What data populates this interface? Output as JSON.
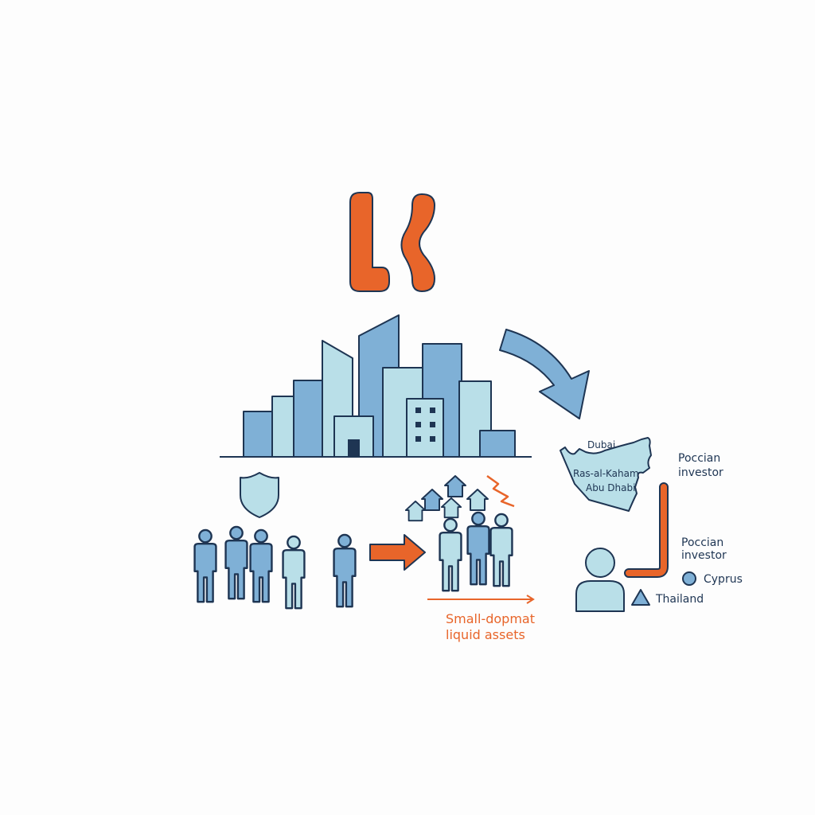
{
  "map": {
    "cities": [
      "Dubai",
      "Ras-al-Kaham",
      "Abu Dhabi"
    ]
  },
  "investor_labels": [
    "Poccian",
    "investor",
    "Poccian",
    "investor"
  ],
  "destinations": {
    "cyprus": "Cyprus",
    "thailand": "Thailand"
  },
  "caption": {
    "line1": "Small-dopmat",
    "line2": "liquid assets"
  },
  "colors": {
    "outline": "#1e3553",
    "light_blue": "#b9dfe8",
    "medium_blue": "#7fb0d6",
    "accent_orange": "#e8652a"
  }
}
